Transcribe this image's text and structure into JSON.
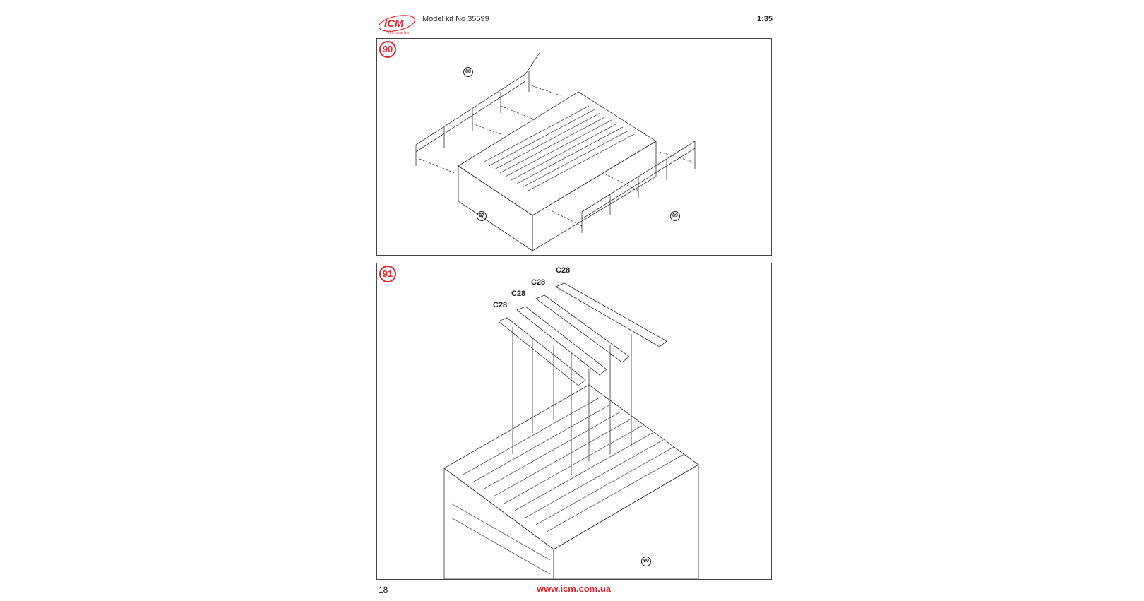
{
  "header": {
    "logo_text": "ICM",
    "logo_tagline": "Wins in the Test",
    "kit_label": "Model kit No 35599",
    "scale": "1:35"
  },
  "steps": [
    {
      "number": "90",
      "callouts": [
        "88",
        "87",
        "89"
      ]
    },
    {
      "number": "91",
      "parts": [
        "C28",
        "C28",
        "C28",
        "C28"
      ],
      "callouts": [
        "90"
      ]
    }
  ],
  "footer": {
    "page_number": "18",
    "url": "www.icm.com.ua"
  },
  "colors": {
    "accent": "#d9262b"
  }
}
